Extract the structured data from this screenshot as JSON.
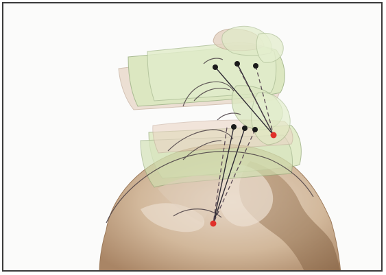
{
  "figure": {
    "colors": {
      "frame_border": "#3a3a3a",
      "background": "#fbfbfa",
      "vertebra_green": "#d8e6b8",
      "vertebra_pink": "#e3c8b4",
      "bone_tan": "#cfb496",
      "bone_dark": "#8f6a48",
      "landmark_black": "#1a1a1a",
      "landmark_red": "#e0302a",
      "line_color": "#2e2a33"
    },
    "upper_group": {
      "landmark_points": 3,
      "target_point_color": "red"
    },
    "lower_group": {
      "landmark_points": 3,
      "target_point_color": "red"
    }
  }
}
